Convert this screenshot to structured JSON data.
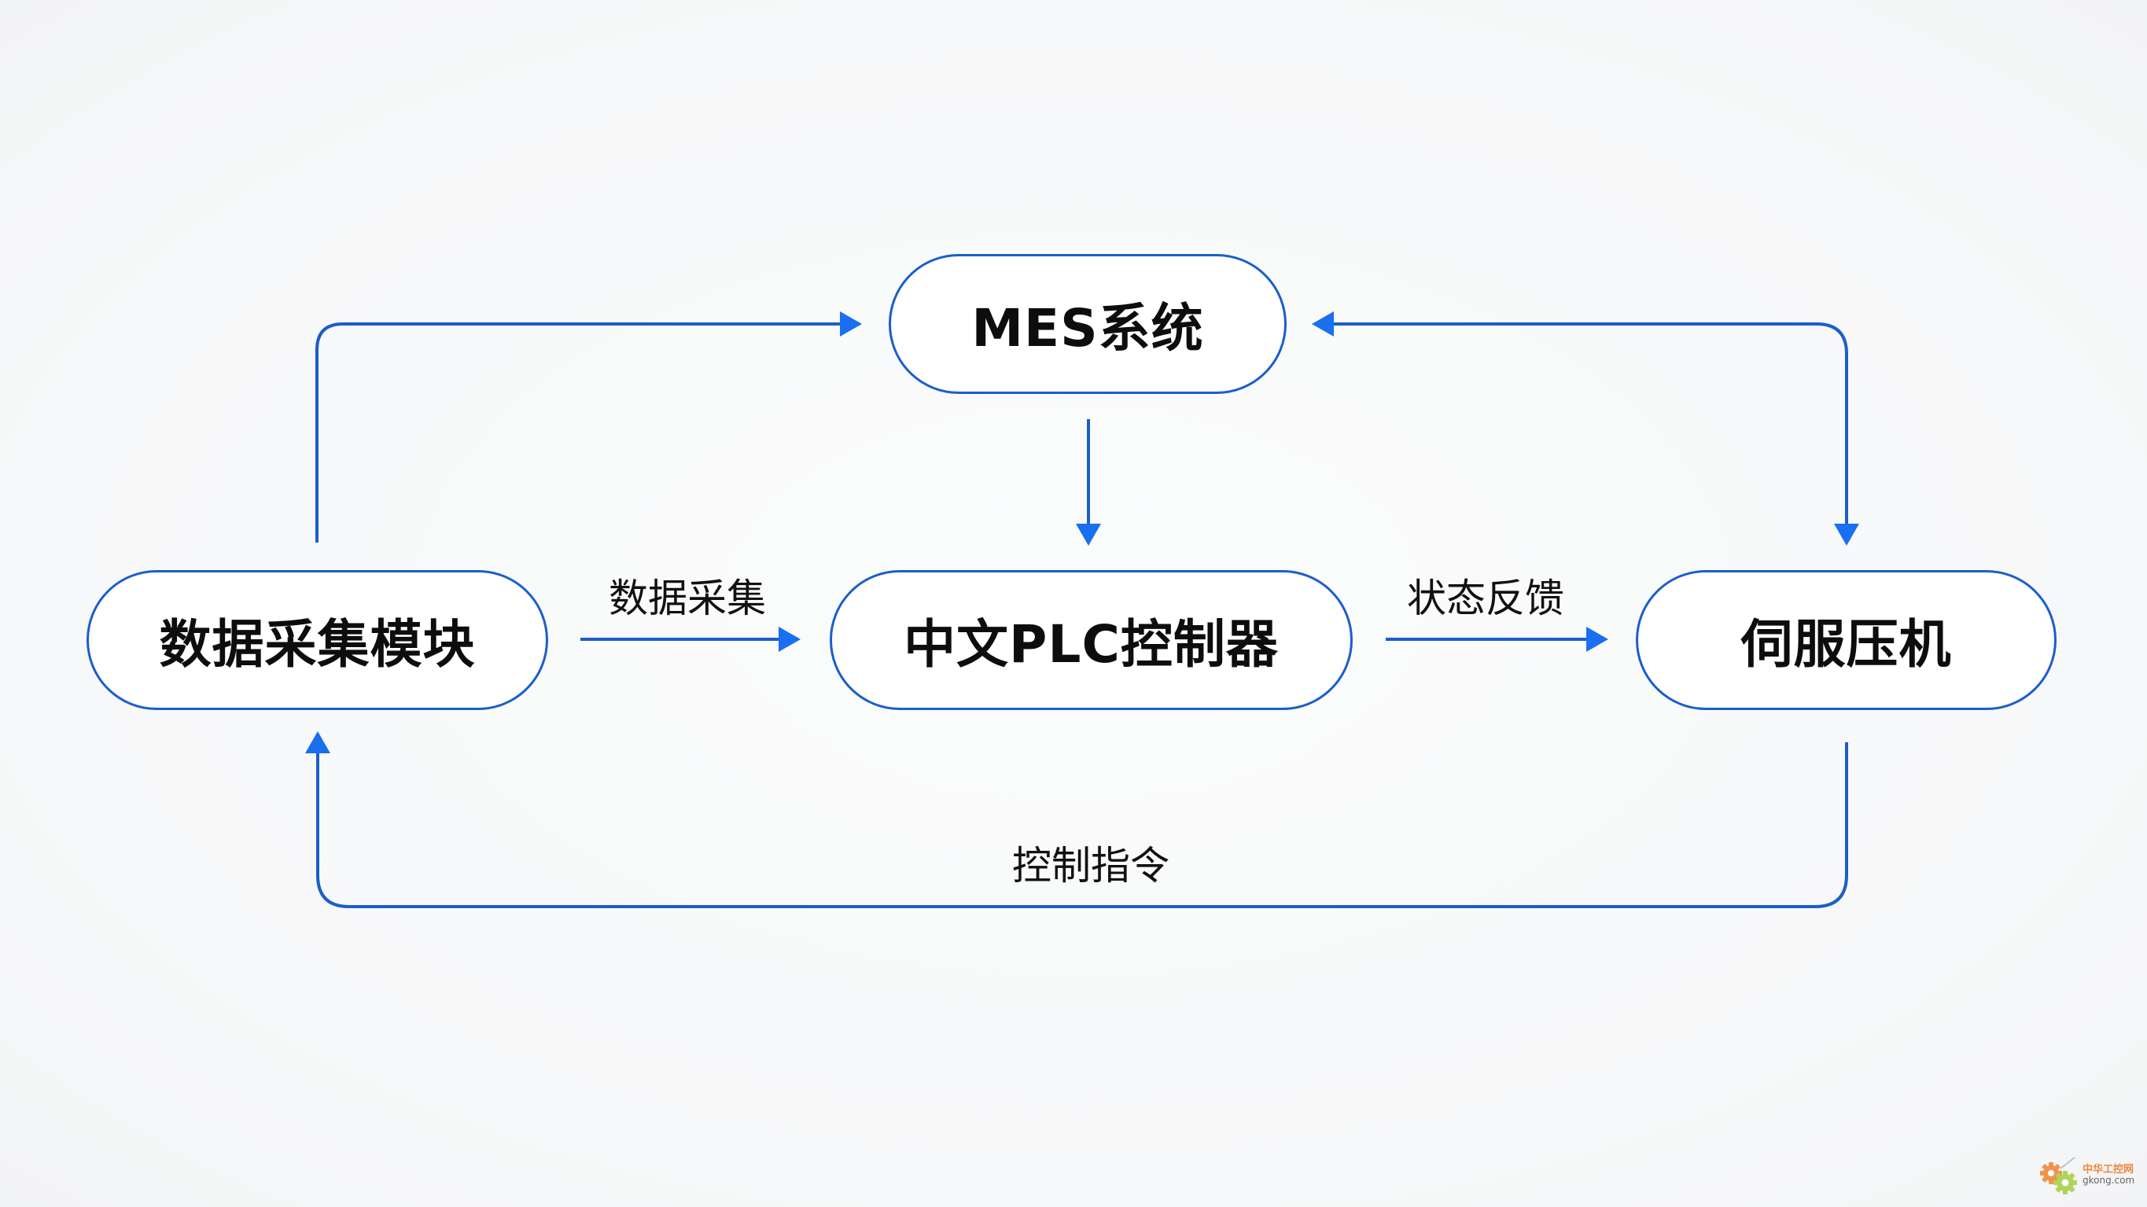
{
  "diagram": {
    "nodes": {
      "mes": {
        "label": "MES系统"
      },
      "daq": {
        "label": "数据采集模块"
      },
      "plc": {
        "label": "中文PLC控制器"
      },
      "servo": {
        "label": "伺服压机"
      }
    },
    "edges": [
      {
        "from": "数据采集模块",
        "to": "中文PLC控制器",
        "label": "数据采集"
      },
      {
        "from": "中文PLC控制器",
        "to": "伺服压机",
        "label": "状态反馈"
      },
      {
        "from": "伺服压机",
        "to": "数据采集模块",
        "label": "控制指令"
      },
      {
        "from": "数据采集模块",
        "to": "MES系统",
        "label": ""
      },
      {
        "from": "MES系统",
        "to": "中文PLC控制器",
        "label": ""
      },
      {
        "from": "MES系统",
        "to": "伺服压机",
        "label": "",
        "bidirectional": true
      }
    ],
    "edge_labels": {
      "daq_to_plc": "数据采集",
      "plc_to_servo": "状态反馈",
      "servo_to_daq": "控制指令"
    },
    "colors": {
      "line": "#1a5fc8",
      "arrowhead": "#1a6ef0",
      "node_border": "#1a5fc8",
      "node_fill": "#ffffff",
      "background": "#f8f9fa"
    }
  },
  "watermark": {
    "title": "中华工控网",
    "url": "gkong.com"
  }
}
